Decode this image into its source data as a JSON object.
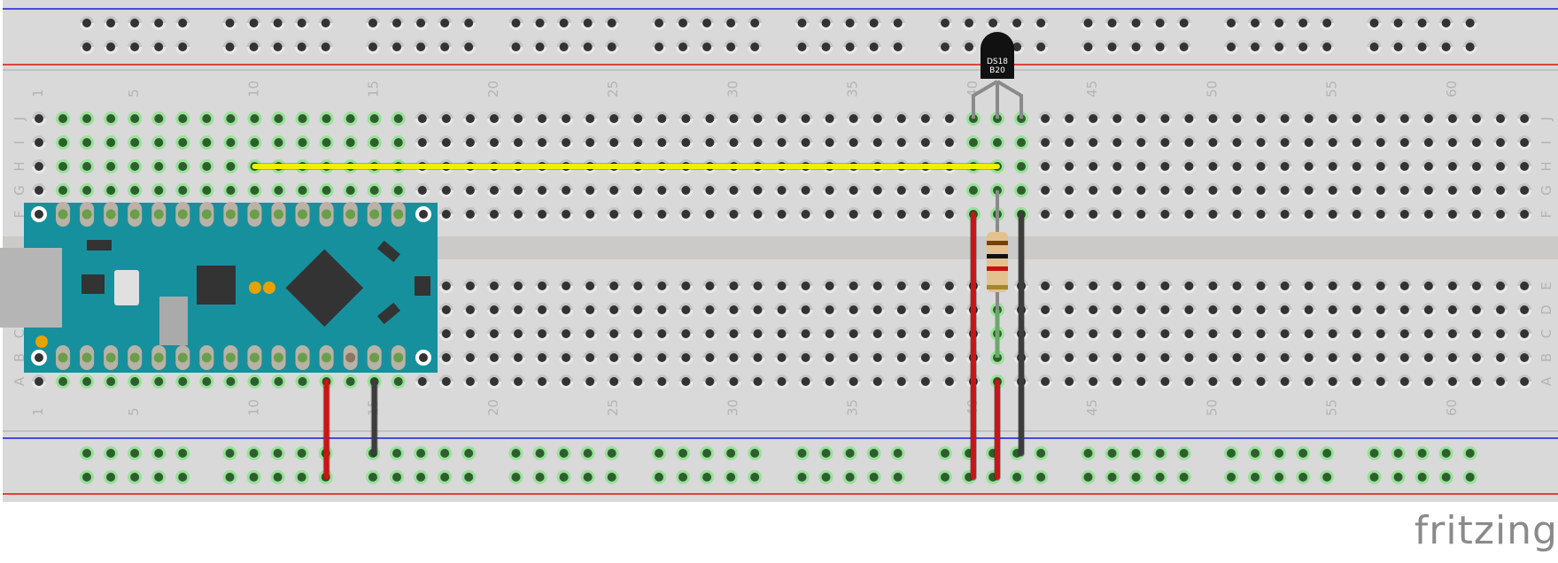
{
  "app": {
    "name": "fritzing",
    "view": "Breadboard View"
  },
  "breadboard": {
    "columns": 63,
    "column_labels": [
      "1",
      "5",
      "10",
      "15",
      "20",
      "25",
      "30",
      "35",
      "40",
      "45",
      "50",
      "55",
      "60"
    ],
    "top_rows": [
      "J",
      "I",
      "H",
      "G",
      "F"
    ],
    "bottom_rows": [
      "E",
      "D",
      "C",
      "B",
      "A"
    ],
    "colors": {
      "board": "#d9d9d9",
      "hole": "#333333",
      "hole_ring": "#c6c6c6",
      "connected": "#2e5e2e",
      "connected_glow": "#8fe08f",
      "rail_blue": "#1a1adb",
      "rail_red": "#e01010",
      "label": "#b4b4b4"
    }
  },
  "parts": {
    "arduino": {
      "name": "Arduino Nano",
      "color": "#17909e"
    },
    "sensor": {
      "name": "DS18B20",
      "label_line1": "DS18",
      "label_line2": "B20"
    },
    "resistor": {
      "name": "Resistor",
      "bands": [
        "brown",
        "black",
        "red",
        "gold"
      ]
    }
  },
  "wires": [
    {
      "name": "yellow-data-wire",
      "color": "#f0f000",
      "from": "H10",
      "to": "H41"
    },
    {
      "name": "red-5v-wire-arduino",
      "color": "#cc1414",
      "from": "A13",
      "to": "bottom-rail-2"
    },
    {
      "name": "black-gnd-wire-arduino",
      "color": "#3c3c3c",
      "from": "A15",
      "to": "bottom-rail-1"
    },
    {
      "name": "red-vcc-sensor-wire",
      "color": "#cc1414",
      "from": "F40",
      "to": "bottom-rail-2"
    },
    {
      "name": "red-pullup-wire",
      "color": "#cc1414",
      "from": "A41",
      "to": "bottom-rail-2"
    },
    {
      "name": "black-gnd-sensor-wire",
      "color": "#3c3c3c",
      "from": "F42",
      "to": "bottom-rail-1"
    }
  ]
}
